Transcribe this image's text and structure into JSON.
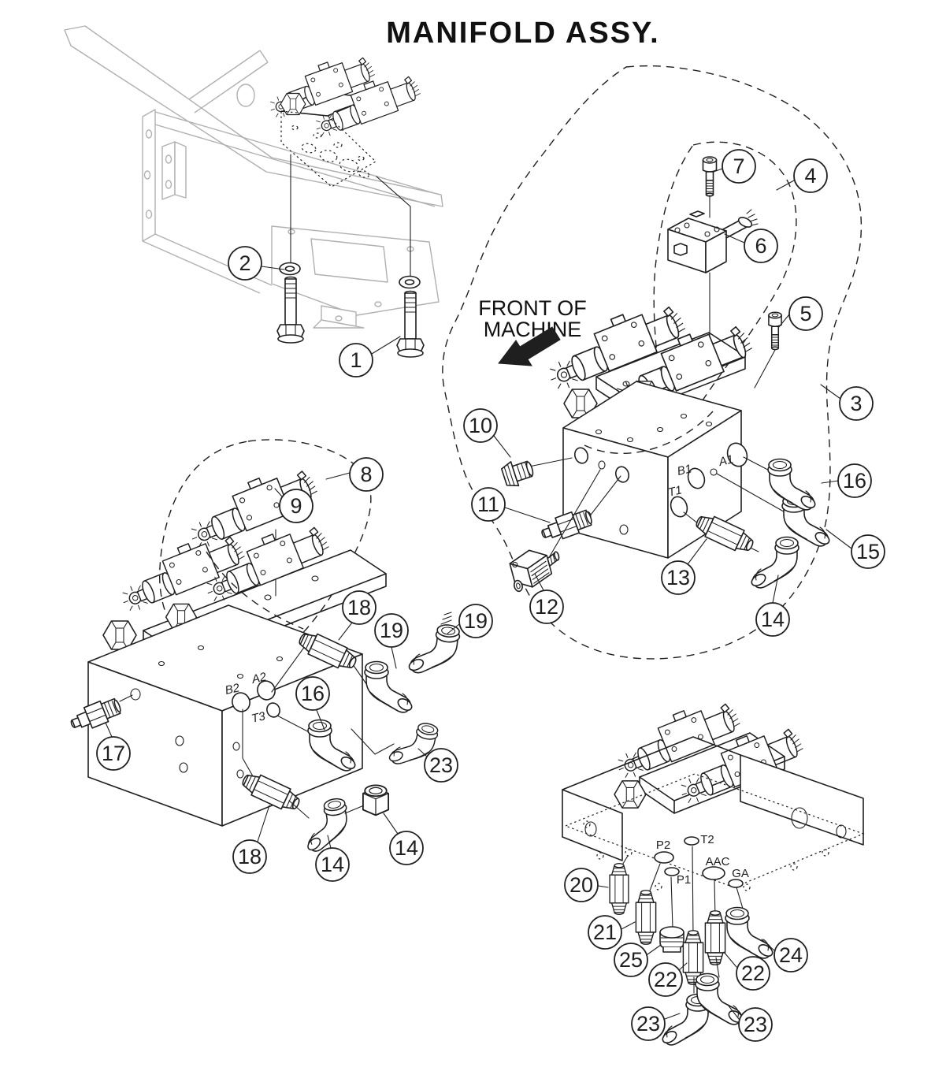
{
  "title": "MANIFOLD ASSY.",
  "front_label": {
    "line1": "FRONT OF",
    "line2": "MACHINE"
  },
  "callout_labels": {
    "c1": "1",
    "c2": "2",
    "c3": "3",
    "c4": "4",
    "c5": "5",
    "c6": "6",
    "c7": "7",
    "c8": "8",
    "c9": "9",
    "c10": "10",
    "c11": "11",
    "c12": "12",
    "c13": "13",
    "c14": "14",
    "c15": "15",
    "c16": "16",
    "c17": "17",
    "c18": "18",
    "c19": "19",
    "c20": "20",
    "c21": "21",
    "c22": "22",
    "c23": "23",
    "c24": "24",
    "c25": "25"
  },
  "ports": {
    "b1": "B1",
    "a1": "A1",
    "t1": "T1",
    "b2": "B2",
    "a2": "A2",
    "t3": "T3",
    "p2": "P2",
    "t2": "T2",
    "p1": "P1",
    "aac": "AAC",
    "ga": "GA"
  },
  "colors": {
    "line": "#1f1f1f",
    "frame_gray": "#b0b0b0",
    "background": "#ffffff"
  }
}
